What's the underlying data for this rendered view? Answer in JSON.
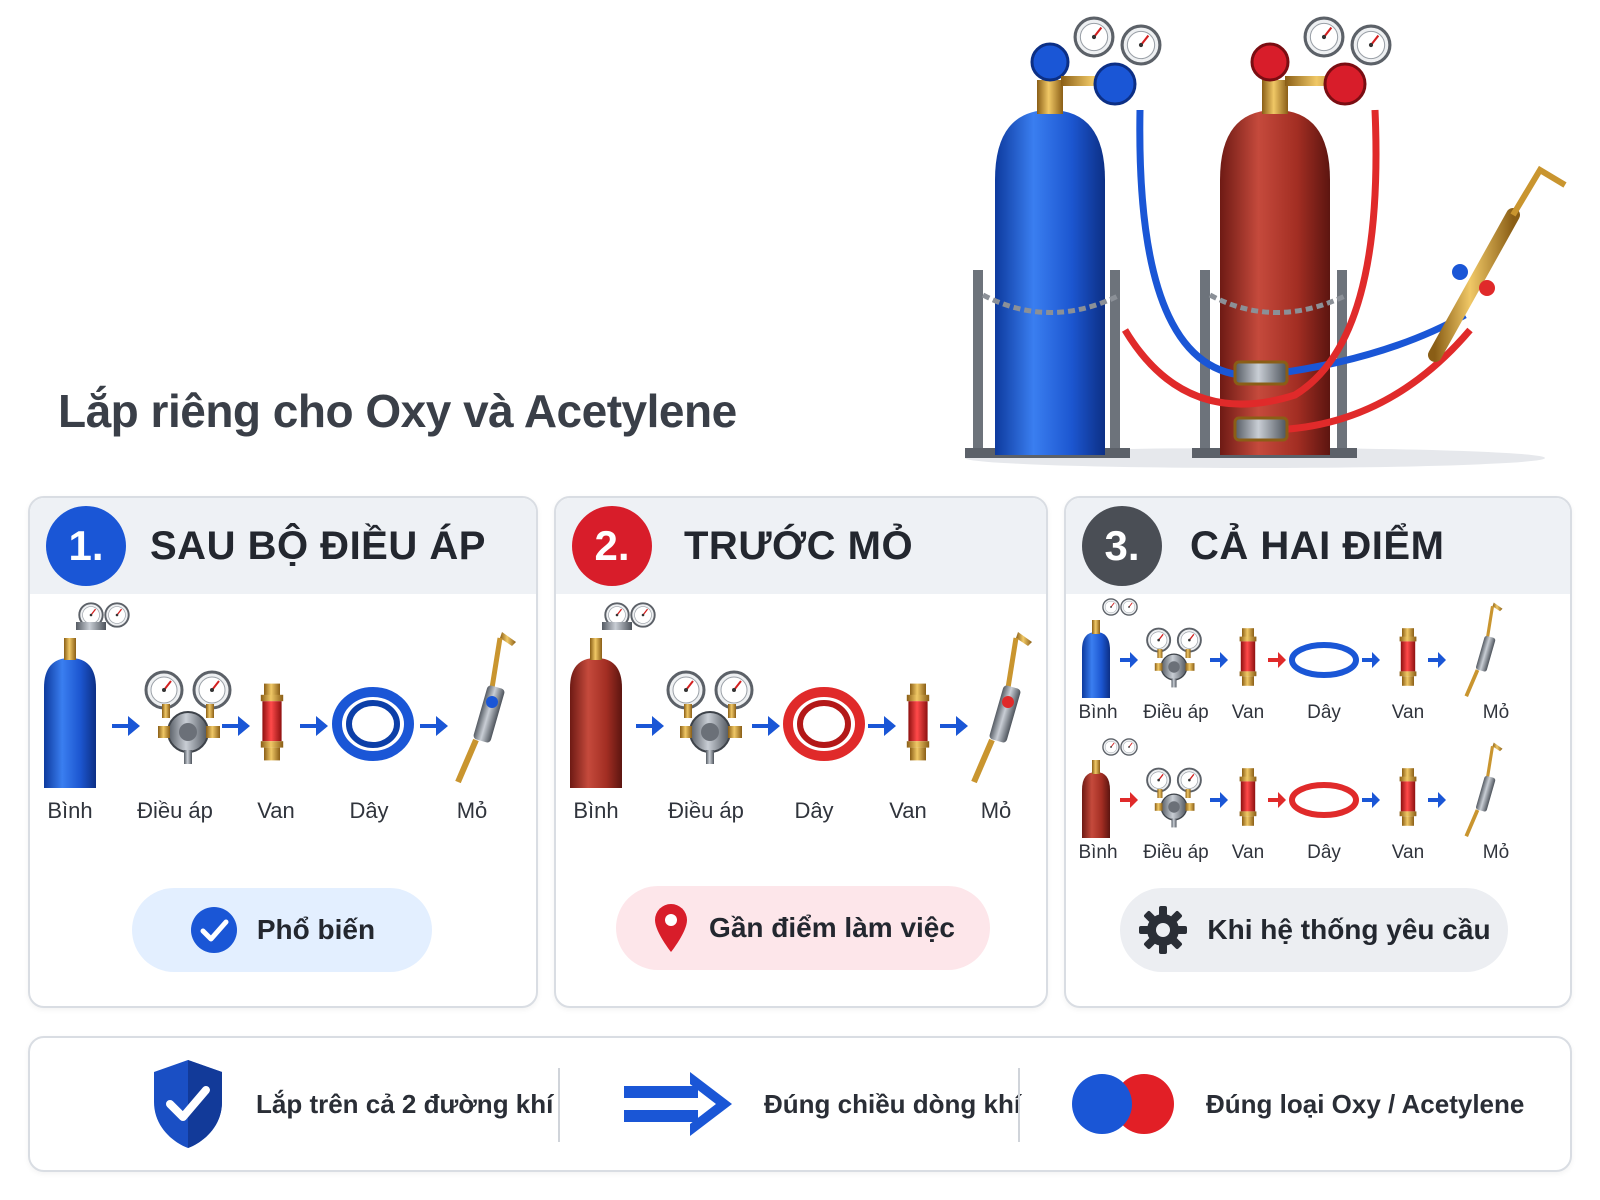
{
  "title": "Lắp riêng cho Oxy và Acetylene",
  "cards": [
    {
      "number": "1.",
      "heading": "SAU BỘ ĐIỀU ÁP",
      "number_color": "#1a56d6",
      "steps": [
        "Bình",
        "Điều áp",
        "Van",
        "Dây",
        "Mỏ"
      ],
      "badge": "Phổ biến",
      "badge_icon": "check-circle-icon",
      "badge_bg": "#e3efff"
    },
    {
      "number": "2.",
      "heading": "TRƯỚC MỎ",
      "number_color": "#d81d2a",
      "steps": [
        "Bình",
        "Điều áp",
        "Dây",
        "Van",
        "Mỏ"
      ],
      "badge": "Gần điểm làm việc",
      "badge_icon": "location-pin-icon",
      "badge_bg": "#fde6ea"
    },
    {
      "number": "3.",
      "heading": "CẢ HAI ĐIỂM",
      "number_color": "#4a4e55",
      "rows": [
        [
          "Bình",
          "Điều áp",
          "Van",
          "Dây",
          "Van",
          "Mỏ"
        ],
        [
          "Bình",
          "Điều áp",
          "Van",
          "Dây",
          "Van",
          "Mỏ"
        ]
      ],
      "badge": "Khi hệ thống yêu cầu",
      "badge_icon": "gear-icon",
      "badge_bg": "#eceef2"
    }
  ],
  "footer": [
    {
      "text": "Lắp trên cả 2 đường khí",
      "icon": "shield-check-icon"
    },
    {
      "text": "Đúng chiều dòng khí",
      "icon": "double-arrow-icon"
    },
    {
      "text": "Đúng loại Oxy / Acetylene",
      "icon": "blue-red-circles-icon"
    }
  ],
  "colors": {
    "oxygen": "#1f55c9",
    "acetylene": "#b2352a",
    "valve_red": "#d92a2a",
    "brass": "#c9952f"
  }
}
